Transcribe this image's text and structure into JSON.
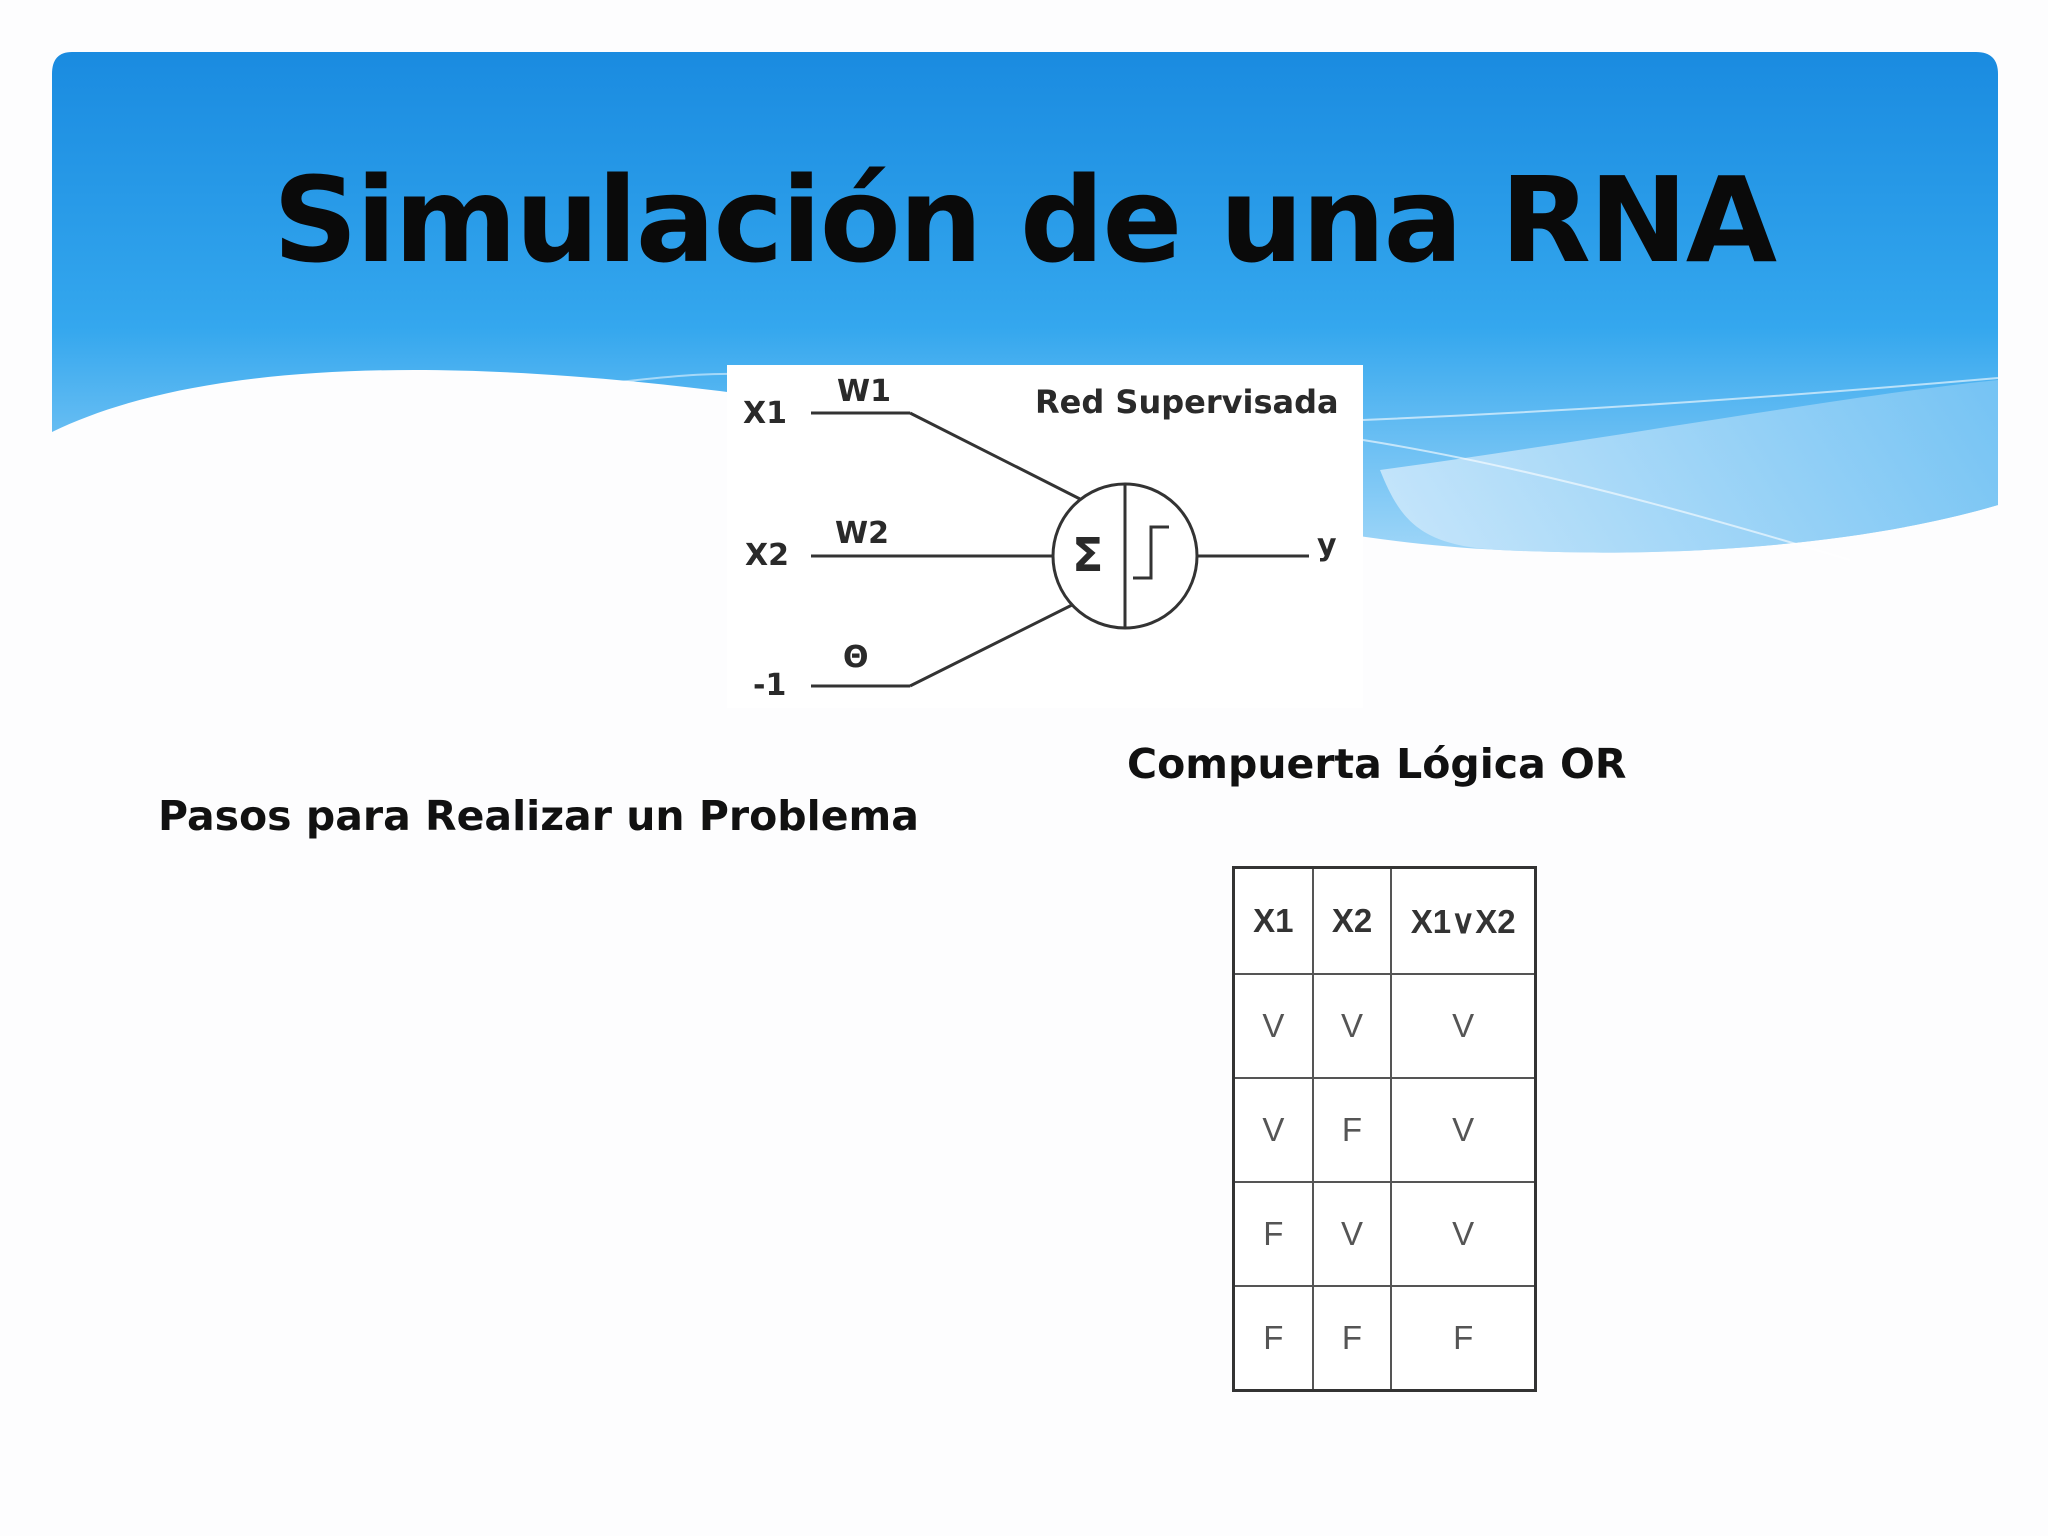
{
  "slide": {
    "title": "Simulación de una RNA",
    "colors": {
      "header_blue_top": "#1d8ee0",
      "header_blue_bottom": "#4ab3f0",
      "title_text": "#0a0a0a"
    }
  },
  "diagram": {
    "caption": "Red Supervisada",
    "inputs": [
      "X1",
      "X2",
      "-1"
    ],
    "weights": [
      "W1",
      "W2",
      "Θ"
    ],
    "summation_symbol": "Σ",
    "output": "y"
  },
  "steps": {
    "heading": "Pasos para Realizar un Problema"
  },
  "gate": {
    "heading": "Compuerta Lógica OR",
    "table": {
      "headers": [
        "X1",
        "X2",
        "X1∨X2"
      ],
      "rows": [
        [
          "V",
          "V",
          "V"
        ],
        [
          "V",
          "F",
          "V"
        ],
        [
          "F",
          "V",
          "V"
        ],
        [
          "F",
          "F",
          "F"
        ]
      ]
    }
  }
}
